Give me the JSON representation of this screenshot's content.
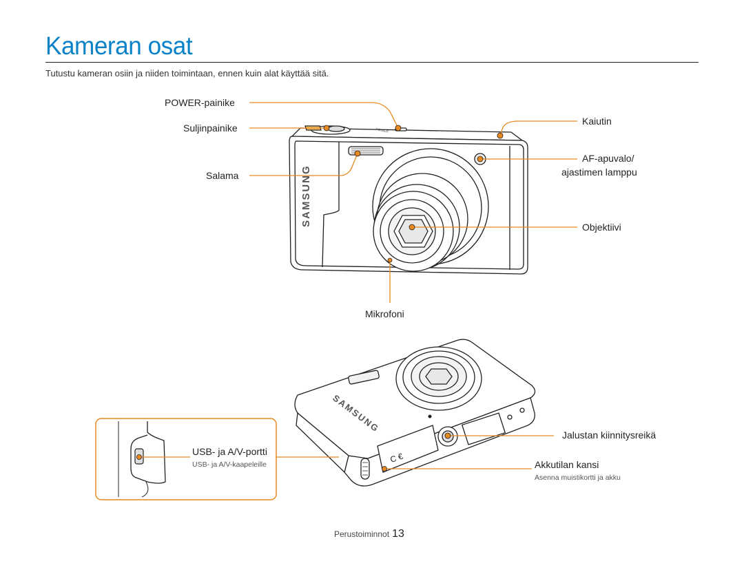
{
  "page": {
    "title": "Kameran osat",
    "intro": "Tutustu kameran osiin ja niiden toimintaan, ennen kuin alat käyttää sitä."
  },
  "front_labels": {
    "power": "POWER-painike",
    "shutter": "Suljinpainike",
    "flash": "Salama",
    "speaker": "Kaiutin",
    "af_line1": "AF-apuvalo/",
    "af_line2": "ajastimen lamppu",
    "lens": "Objektiivi",
    "mic": "Mikrofoni"
  },
  "camera_branding": {
    "brand": "SAMSUNG",
    "power_marking": "POWER"
  },
  "bottom_labels": {
    "usb": "USB- ja A/V-portti",
    "usb_sub": "USB- ja A/V-kaapeleille",
    "tripod": "Jalustan kiinnitysreikä",
    "battery": "Akkutilan kansi",
    "battery_sub": "Asenna muistikortti ja akku"
  },
  "footer": {
    "section": "Perustoiminnot",
    "page_number": "13"
  },
  "colors": {
    "title": "#0a82c8",
    "callout": "#e8891e",
    "line": "#231f20"
  }
}
